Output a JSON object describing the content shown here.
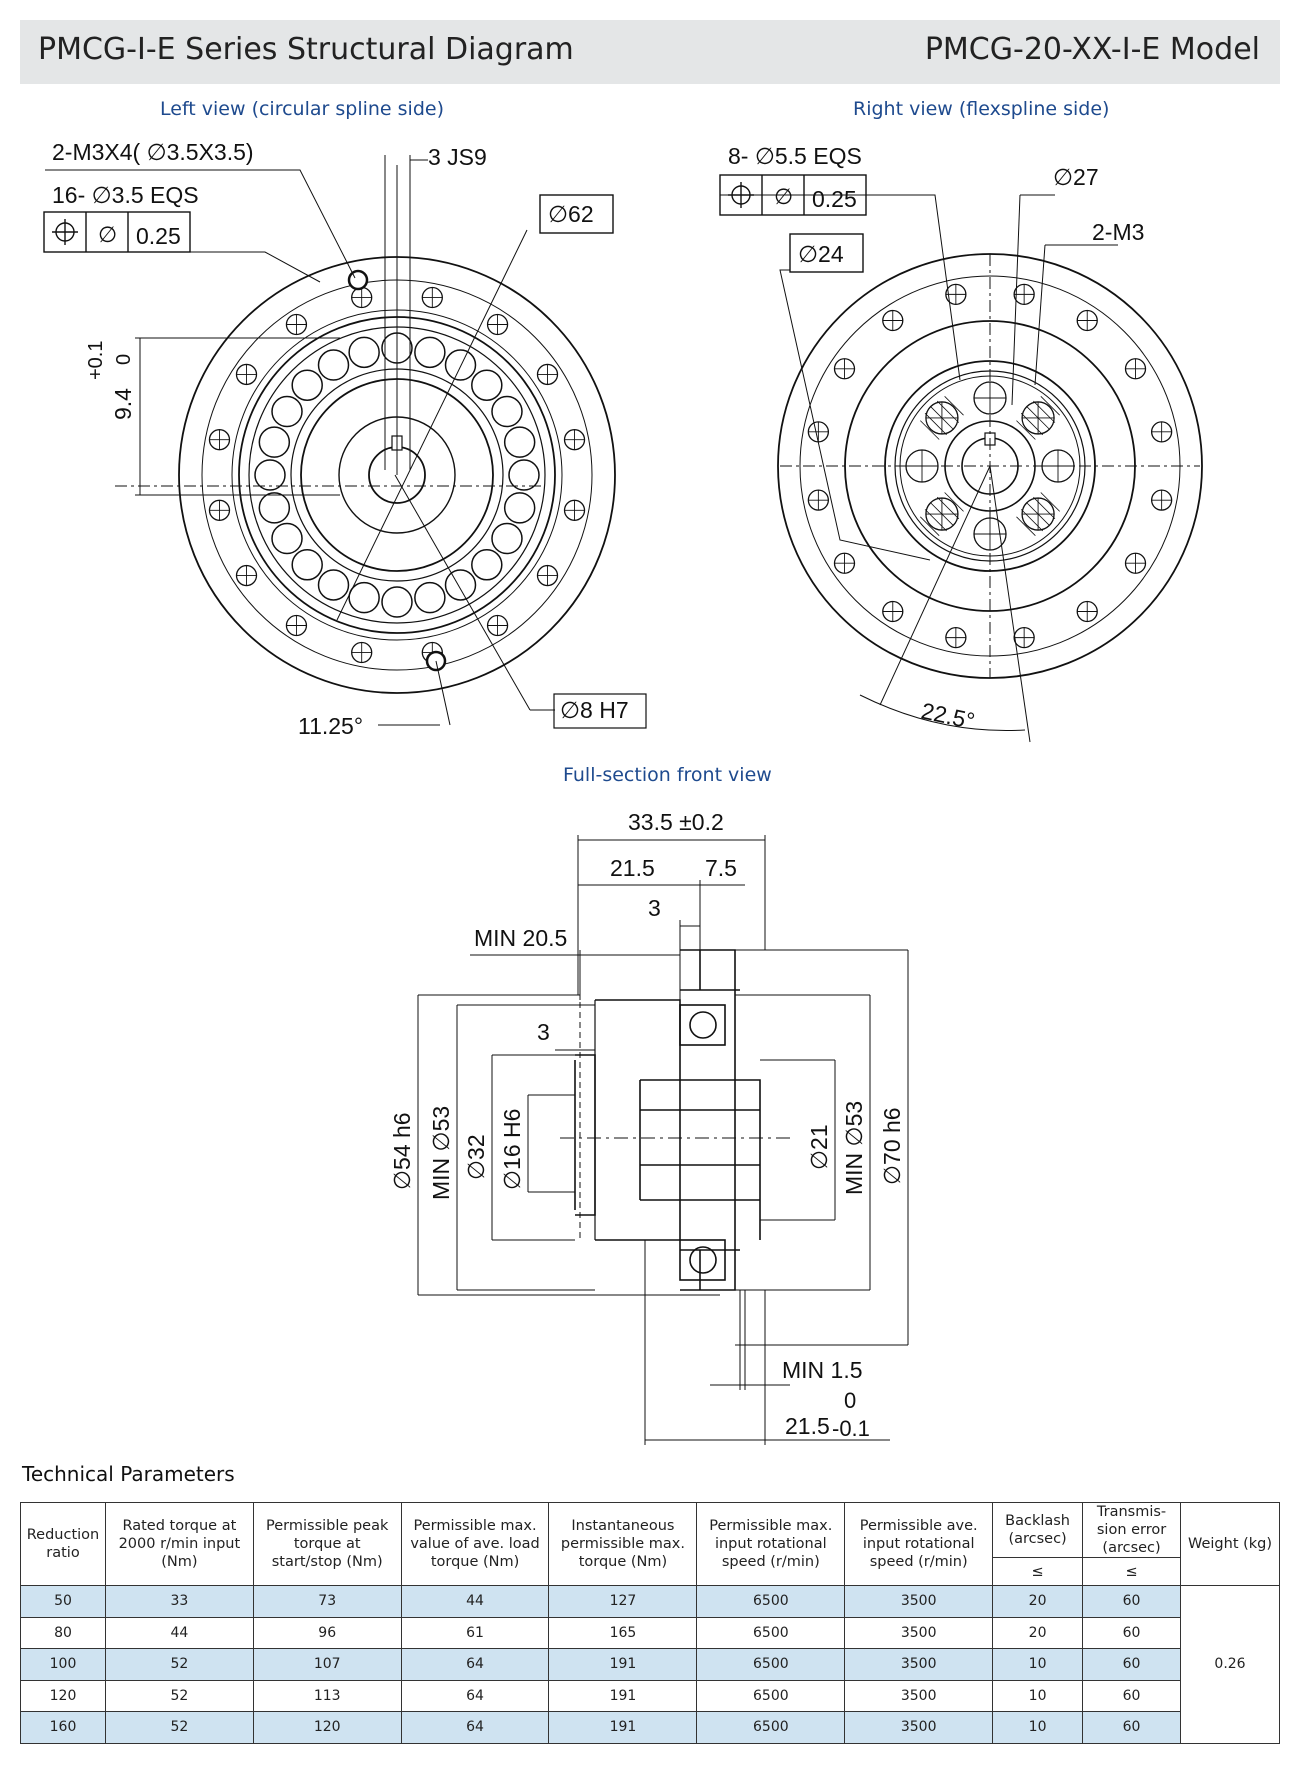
{
  "header": {
    "title": "PMCG-I-E Series Structural Diagram",
    "model": "PMCG-20-XX-I-E Model"
  },
  "views": {
    "left": {
      "title": "Left view (circular spline side)",
      "dims": {
        "screw": "2-M3X4( ∅3.5X3.5)",
        "keyway": "3 JS9",
        "holes": "16- ∅3.5 EQS",
        "tol_symbol": "∅",
        "tol_value": "0.25",
        "pcd": "∅62",
        "key_depth": "9.4",
        "key_tol_upper": "+0.1",
        "key_tol_lower": "0",
        "angle": "11.25°",
        "bore": "∅8 H7"
      }
    },
    "right": {
      "title": "Right view (flexspline side)",
      "dims": {
        "holes": "8- ∅5.5 EQS",
        "tol_symbol": "∅",
        "tol_value": "0.25",
        "pcd_outer": "∅27",
        "pcd_inner": "∅24",
        "tap": "2-M3",
        "angle": "22.5°"
      }
    },
    "section": {
      "title": "Full-section front view",
      "dims": {
        "total": "33.5 ±0.2",
        "d1": "21.5",
        "d2": "7.5",
        "d3": "3",
        "min_len": "MIN 20.5",
        "d4": "3",
        "od54": "∅54 h6",
        "min53_left": "MIN ∅53",
        "d32": "∅32",
        "d16": "∅16 H6",
        "d21": "∅21",
        "min53_right": "MIN ∅53",
        "od70": "∅70 h6",
        "min15": "MIN 1.5",
        "d215": "21.5",
        "tol_upper": "0",
        "tol_lower": "-0.1"
      }
    }
  },
  "table": {
    "title": "Technical Parameters",
    "headers": [
      "Reduction ratio",
      "Rated torque at 2000 r/min input (Nm)",
      "Permissible peak torque at start/stop (Nm)",
      "Permissible max. value of ave. load torque (Nm)",
      "Instantaneous permissible max. torque (Nm)",
      "Permissible max. input rotational speed (r/min)",
      "Permissible ave. input rotational speed (r/min)",
      "Backlash (arcsec)",
      "Transmis-sion error (arcsec)",
      "Weight (kg)"
    ],
    "sub_headers": [
      "≤",
      "≤"
    ],
    "rows": [
      [
        "50",
        "33",
        "73",
        "44",
        "127",
        "6500",
        "3500",
        "20",
        "60"
      ],
      [
        "80",
        "44",
        "96",
        "61",
        "165",
        "6500",
        "3500",
        "20",
        "60"
      ],
      [
        "100",
        "52",
        "107",
        "64",
        "191",
        "6500",
        "3500",
        "10",
        "60"
      ],
      [
        "120",
        "52",
        "113",
        "64",
        "191",
        "6500",
        "3500",
        "10",
        "60"
      ],
      [
        "160",
        "52",
        "120",
        "64",
        "191",
        "6500",
        "3500",
        "10",
        "60"
      ]
    ],
    "weight": "0.26"
  },
  "colors": {
    "header_bg": "#e4e6e7",
    "view_label": "#1e4a8e",
    "row_highlight": "#cfe3f1"
  }
}
